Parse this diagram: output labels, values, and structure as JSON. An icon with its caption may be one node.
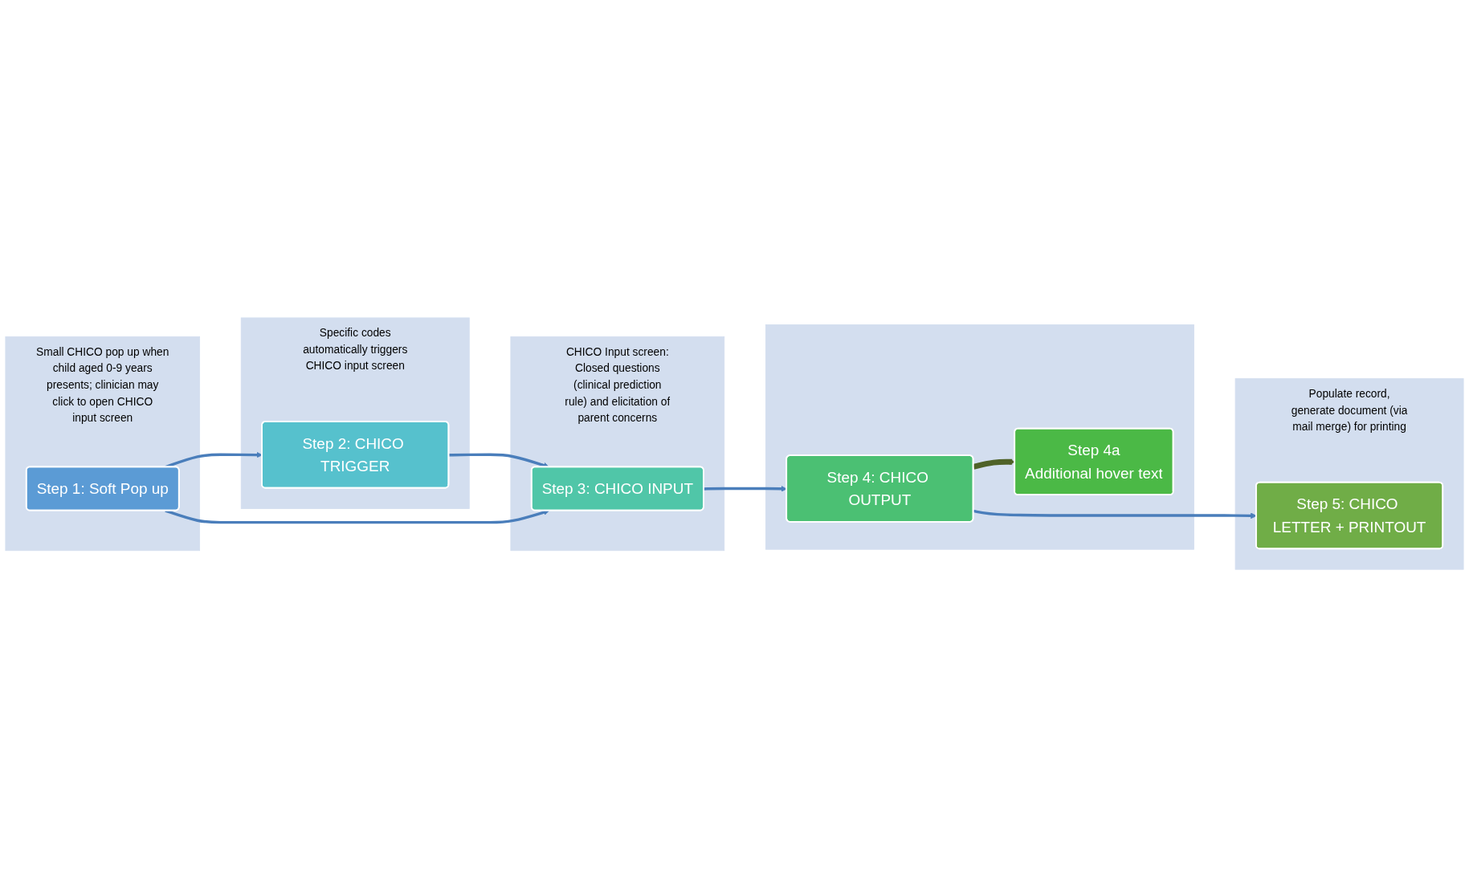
{
  "diagram": {
    "nodes": [
      {
        "text": [
          "Small CHICO pop up when child aged 0-9 years presents; clinician may click to open CHICO input screen"
        ]
      },
      {
        "text": [
          "Step 1: Soft Pop up"
        ],
        "in": 0
      },
      {
        "text": [
          "Specific codes automatically triggers CHICO input screen"
        ]
      },
      {
        "text": [
          "Step 2: CHICO TRIGGER"
        ],
        "in": 2
      },
      {
        "text": [
          "CHICO Input screen: Closed questions (clinical prediction rule) and elicitation of parent concerns"
        ]
      },
      {
        "text": [
          "Step 3: CHICO INPUT"
        ],
        "in": 4
      },
      {
        "text": [],
        "shape": "box"
      },
      {
        "text": [
          "Step 4: CHICO OUTPUT"
        ],
        "in": 6
      },
      {
        "text": [
          "Step 4a",
          "Additional hover text"
        ],
        "in": 6
      },
      {
        "text": [
          "Populate record, generate document (via mail merge) for printing"
        ]
      },
      {
        "text": [
          "Step 5: CHICO LETTER + PRINTOUT"
        ],
        "in": 9
      }
    ],
    "edges": [
      {
        "from": 1,
        "to": 3,
        "arrow": "to"
      },
      {
        "from": 3,
        "to": 5,
        "arrow": "to"
      },
      {
        "from": 5,
        "to": 7,
        "arrow": "to"
      },
      {
        "from": 7,
        "to": 10,
        "arrow": "to"
      },
      {
        "from": 7,
        "to": 8,
        "arrow": "to",
        "style": "thick",
        "color": "#4f6228"
      },
      {
        "from": 1,
        "to": 5,
        "arrow": "to"
      }
    ]
  }
}
